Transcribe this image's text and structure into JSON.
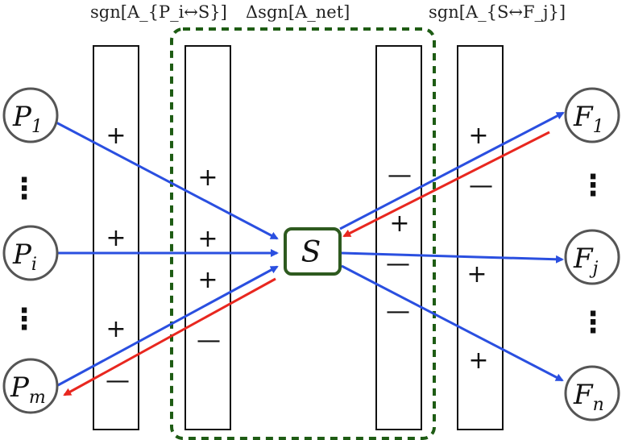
{
  "headers": {
    "left": "sgn[A_{P_i↔S}]",
    "middle": "Δsgn[A_net]",
    "right": "sgn[A_{S↔F_j}]"
  },
  "left_nodes": [
    {
      "label": "P",
      "sub": "1"
    },
    {
      "label": "P",
      "sub": "i"
    },
    {
      "label": "P",
      "sub": "m"
    }
  ],
  "right_nodes": [
    {
      "label": "F",
      "sub": "1"
    },
    {
      "label": "F",
      "sub": "j"
    },
    {
      "label": "F",
      "sub": "n"
    }
  ],
  "center_node": {
    "label": "S"
  },
  "vdots": "⋮",
  "columns": {
    "left_outer": [
      "+",
      "+",
      "+",
      "—"
    ],
    "left_inner": [
      "+",
      "+",
      "+",
      "—"
    ],
    "right_inner": [
      "—",
      "+",
      "—",
      "—"
    ],
    "right_outer": [
      "+",
      "—",
      "+",
      "+"
    ]
  },
  "colors": {
    "blue_arrow": "#2a4fe0",
    "red_arrow": "#e8271f",
    "dashed_box": "#1e5c14",
    "center_border": "#2e5a1f",
    "node_border": "#555555"
  }
}
